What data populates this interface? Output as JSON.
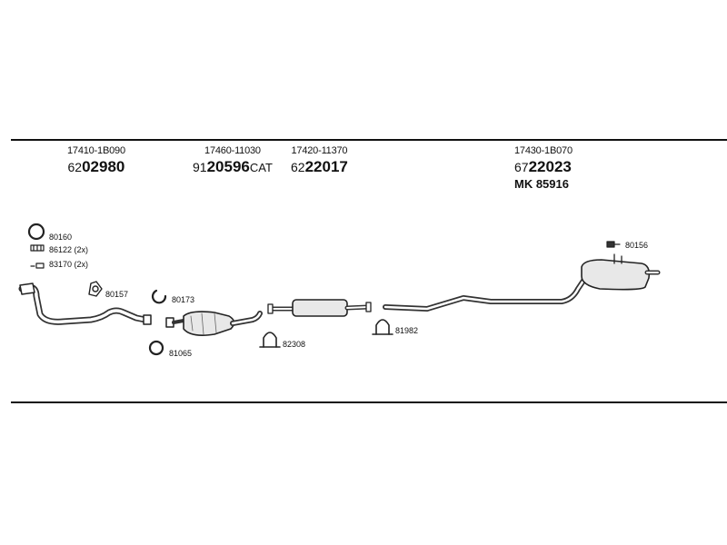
{
  "groups": [
    {
      "oem": "17410-1B090",
      "prefix": "62",
      "number": "02980",
      "suffix": ""
    },
    {
      "oem": "17460-11030",
      "prefix": "91",
      "number": "20596",
      "suffix": "CAT"
    },
    {
      "oem": "17420-11370",
      "prefix": "62",
      "number": "22017",
      "suffix": ""
    },
    {
      "oem": "17430-1B070",
      "prefix": "67",
      "number": "22023",
      "suffix": "",
      "mk": "MK  85916"
    }
  ],
  "labels": {
    "p80160": "80160",
    "p86122": "86122 (2x)",
    "p83170": "83170 (2x)",
    "p80157": "80157",
    "p80173": "80173",
    "p81065": "81065",
    "p82308": "82308",
    "p81982": "81982",
    "p80156": "80156"
  }
}
